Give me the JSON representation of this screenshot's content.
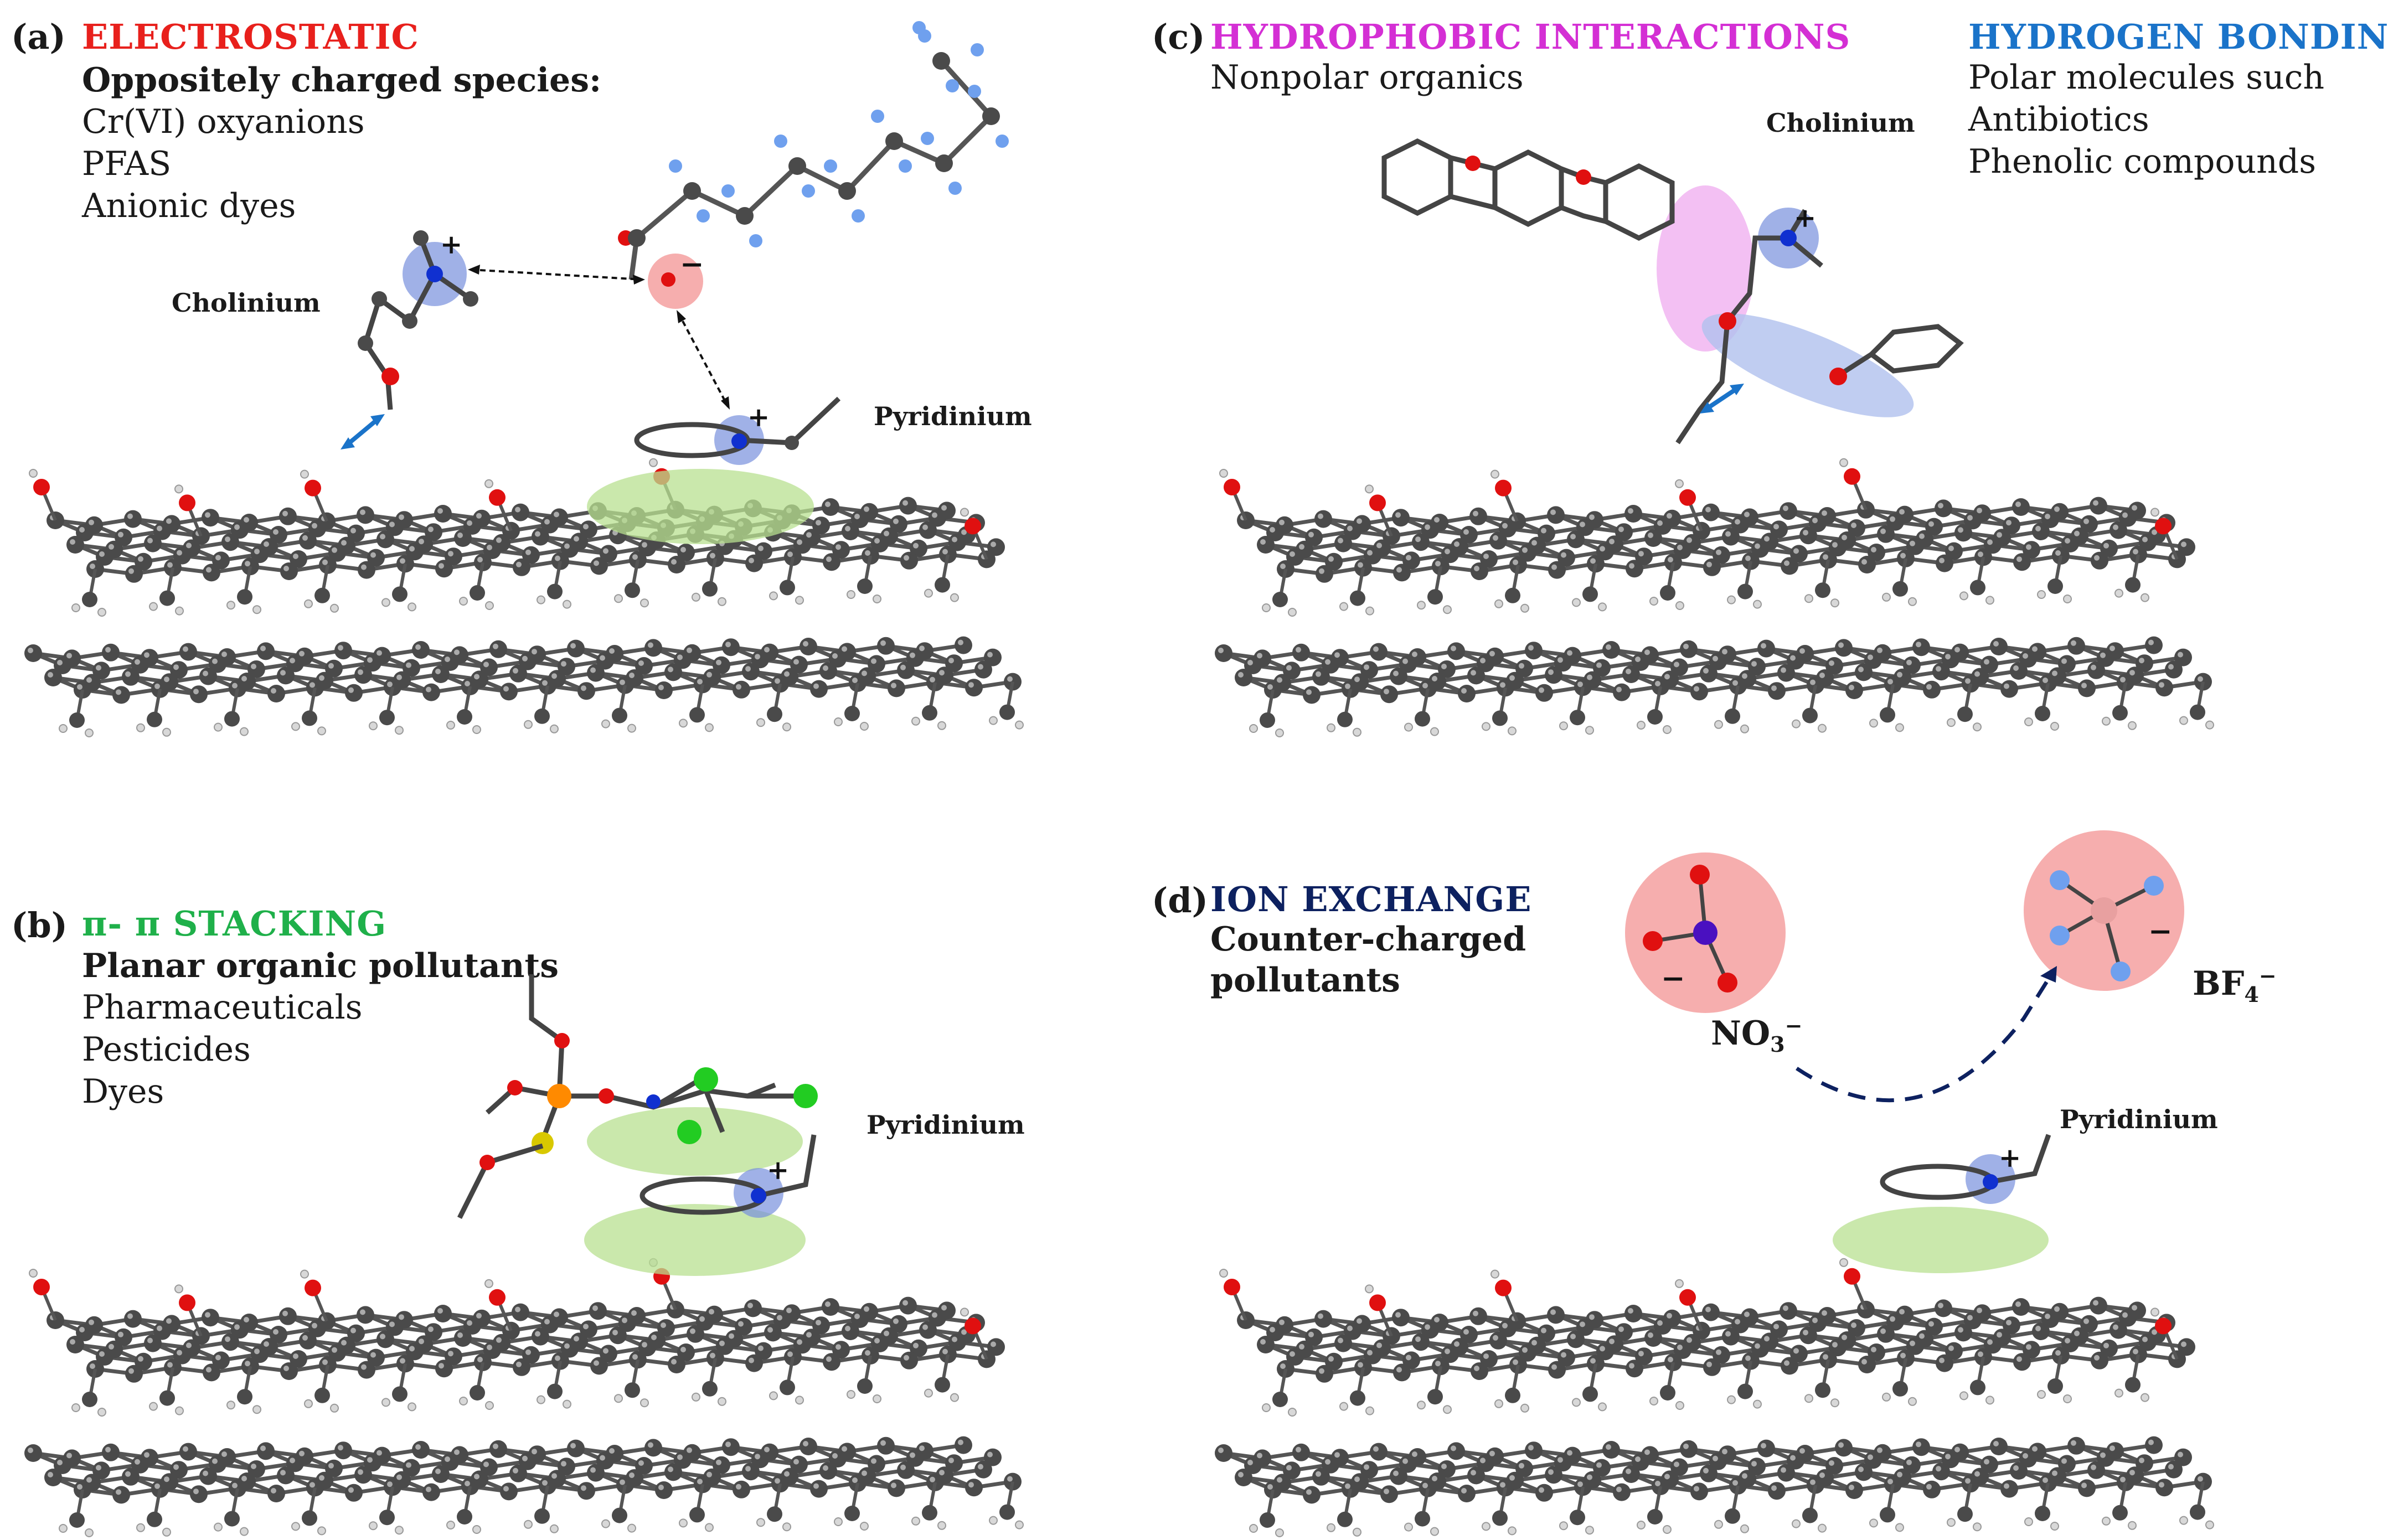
{
  "panels": {
    "a": {
      "label": "(a)",
      "heading": "ELECTROSTATIC",
      "subheading": "Oppositely charged species:",
      "items": [
        "Cr(VI) oxyanions",
        "PFAS",
        "Anionic dyes"
      ],
      "mol_labels": {
        "cholinium": "Cholinium",
        "pyridinium": "Pyridinium"
      }
    },
    "b": {
      "label": "(b)",
      "heading": "π- π STACKING",
      "subheading": "Planar organic pollutants",
      "items": [
        "Pharmaceuticals",
        "Pesticides",
        "Dyes"
      ],
      "mol_labels": {
        "pyridinium": "Pyridinium"
      }
    },
    "c": {
      "label": "(c)",
      "heading": "HYDROPHOBIC INTERACTIONS",
      "items": [
        "Nonpolar organics"
      ],
      "heading2": "HYDROGEN BONDING",
      "items2": [
        "Polar molecules such",
        "Antibiotics",
        "Phenolic compounds"
      ],
      "mol_labels": {
        "cholinium": "Cholinium"
      }
    },
    "d": {
      "label": "(d)",
      "heading": "ION EXCHANGE",
      "subheading_lines": [
        "Counter-charged",
        "pollutants"
      ],
      "ion_left": {
        "base": "NO",
        "sub": "3",
        "sup": "−"
      },
      "ion_right": {
        "base": "BF",
        "sub": "4",
        "sup": "−"
      },
      "mol_labels": {
        "pyridinium": "Pyridinium"
      }
    }
  },
  "charges": {
    "plus": "+",
    "minus": "−"
  },
  "colors": {
    "electrostatic": "#e8201c",
    "pi_stacking": "#1fb04a",
    "hydrophobic": "#d42fd4",
    "hydrogen_bonding": "#1a73c9",
    "ion_exchange": "#0d2160",
    "carbon": "#4a4a4a",
    "oxygen": "#e01010",
    "nitrogen": "#1030d0",
    "hydrogen": "#d8d8d8",
    "fluorine": "#6fa0ee",
    "chlorine": "#22cc22",
    "phosphorus": "#ff8a00",
    "sulfur": "#d8c800",
    "boron": "#e8a0a0",
    "cation_halo": "#7890dd",
    "anion_halo": "#f4a0a0",
    "stack_halo": "#b8e090",
    "hydrophobic_halo": "#f0b0f0",
    "hbond_halo": "#b0c0ee"
  }
}
